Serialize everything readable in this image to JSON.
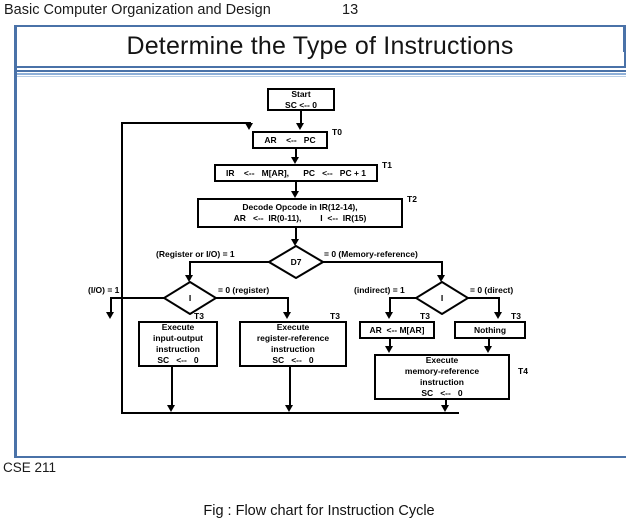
{
  "header": {
    "section_title": "Basic Computer Organization and Design",
    "slide_number": "13"
  },
  "slide": {
    "title": "Determine the Type of Instructions",
    "caption": "Fig : Flow chart for Instruction Cycle",
    "footer": "CSE 211"
  },
  "colors": {
    "accent": "#4a72a8",
    "accent_light": "#8fb0d8",
    "accent_lighter": "#b9cee6",
    "line": "#000000",
    "background": "#ffffff"
  },
  "flowchart": {
    "nodes": {
      "start": {
        "line1": "Start",
        "line2": "SC <-- 0"
      },
      "ar_pc": {
        "line1": "AR    <--   PC"
      },
      "ir_fetch": {
        "line1": "IR    <--   M[AR],      PC   <--   PC + 1"
      },
      "decode": {
        "line1": "Decode Opcode in IR(12-14),",
        "line2": "AR   <--  IR(0-11),        I  <--  IR(15)"
      },
      "exec_io": {
        "line1": "Execute",
        "line2": "input-output",
        "line3": "instruction",
        "line4": "SC   <--   0"
      },
      "exec_reg": {
        "line1": "Execute",
        "line2": "register-reference",
        "line3": "instruction",
        "line4": "SC   <--   0"
      },
      "ar_mar": {
        "line1": "AR  <-- M[AR]"
      },
      "nothing": {
        "line1": "Nothing"
      },
      "exec_mem": {
        "line1": "Execute",
        "line2": "memory-reference",
        "line3": "instruction",
        "line4": "SC   <--   0"
      }
    },
    "decisions": {
      "d7": {
        "label": "D7"
      },
      "i_left": {
        "label": "I"
      },
      "i_right": {
        "label": "I"
      }
    },
    "branch_labels": {
      "d7_left": "(Register or I/O) = 1",
      "d7_right": "= 0 (Memory-reference)",
      "i_left_yes": "(I/O) = 1",
      "i_left_no": "= 0 (register)",
      "i_right_yes": "(indirect) = 1",
      "i_right_no": "= 0 (direct)"
    },
    "timing_labels": {
      "t0": "T0",
      "t1": "T1",
      "t2": "T2",
      "t3_io": "T3",
      "t3_reg": "T3",
      "t3_ar": "T3",
      "t3_nothing": "T3",
      "t4": "T4"
    }
  }
}
